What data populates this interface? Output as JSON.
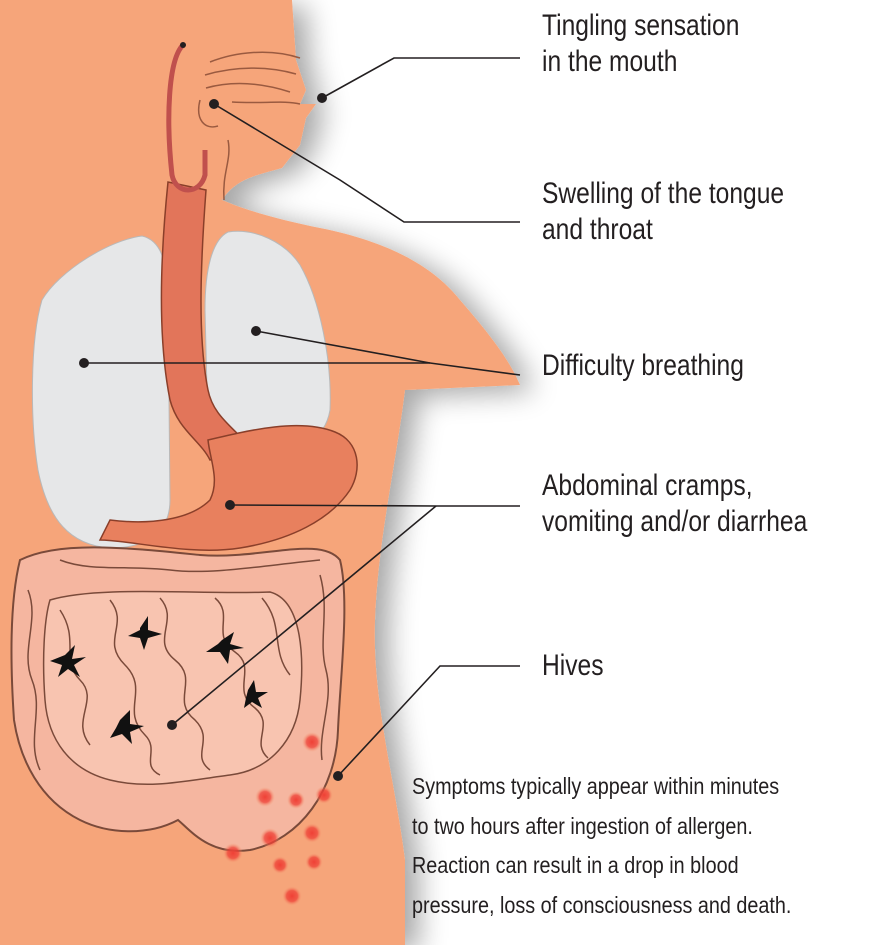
{
  "labels": {
    "tingling": [
      "Tingling sensation",
      "in the mouth"
    ],
    "swelling": [
      "Swelling of the tongue",
      "and throat"
    ],
    "breathing": [
      "Difficulty breathing"
    ],
    "abdominal": [
      "Abdominal cramps,",
      "vomiting and/or diarrhea"
    ],
    "hives": [
      "Hives"
    ]
  },
  "note": [
    "Symptoms typically appear within minutes",
    "to two hours after ingestion of allergen.",
    "Reaction can result in a drop in blood",
    "pressure, loss of consciousness and death."
  ],
  "colors": {
    "skin": "#f6a57a",
    "lung": "#e6e7e8",
    "esophagus": "#e2755a",
    "stomach": "#e8805e",
    "intestine": "#f5b6a0",
    "intestine_outline": "#7a4a3a",
    "hives": "#ef4136",
    "leader": "#231f20",
    "text": "#231f20"
  }
}
